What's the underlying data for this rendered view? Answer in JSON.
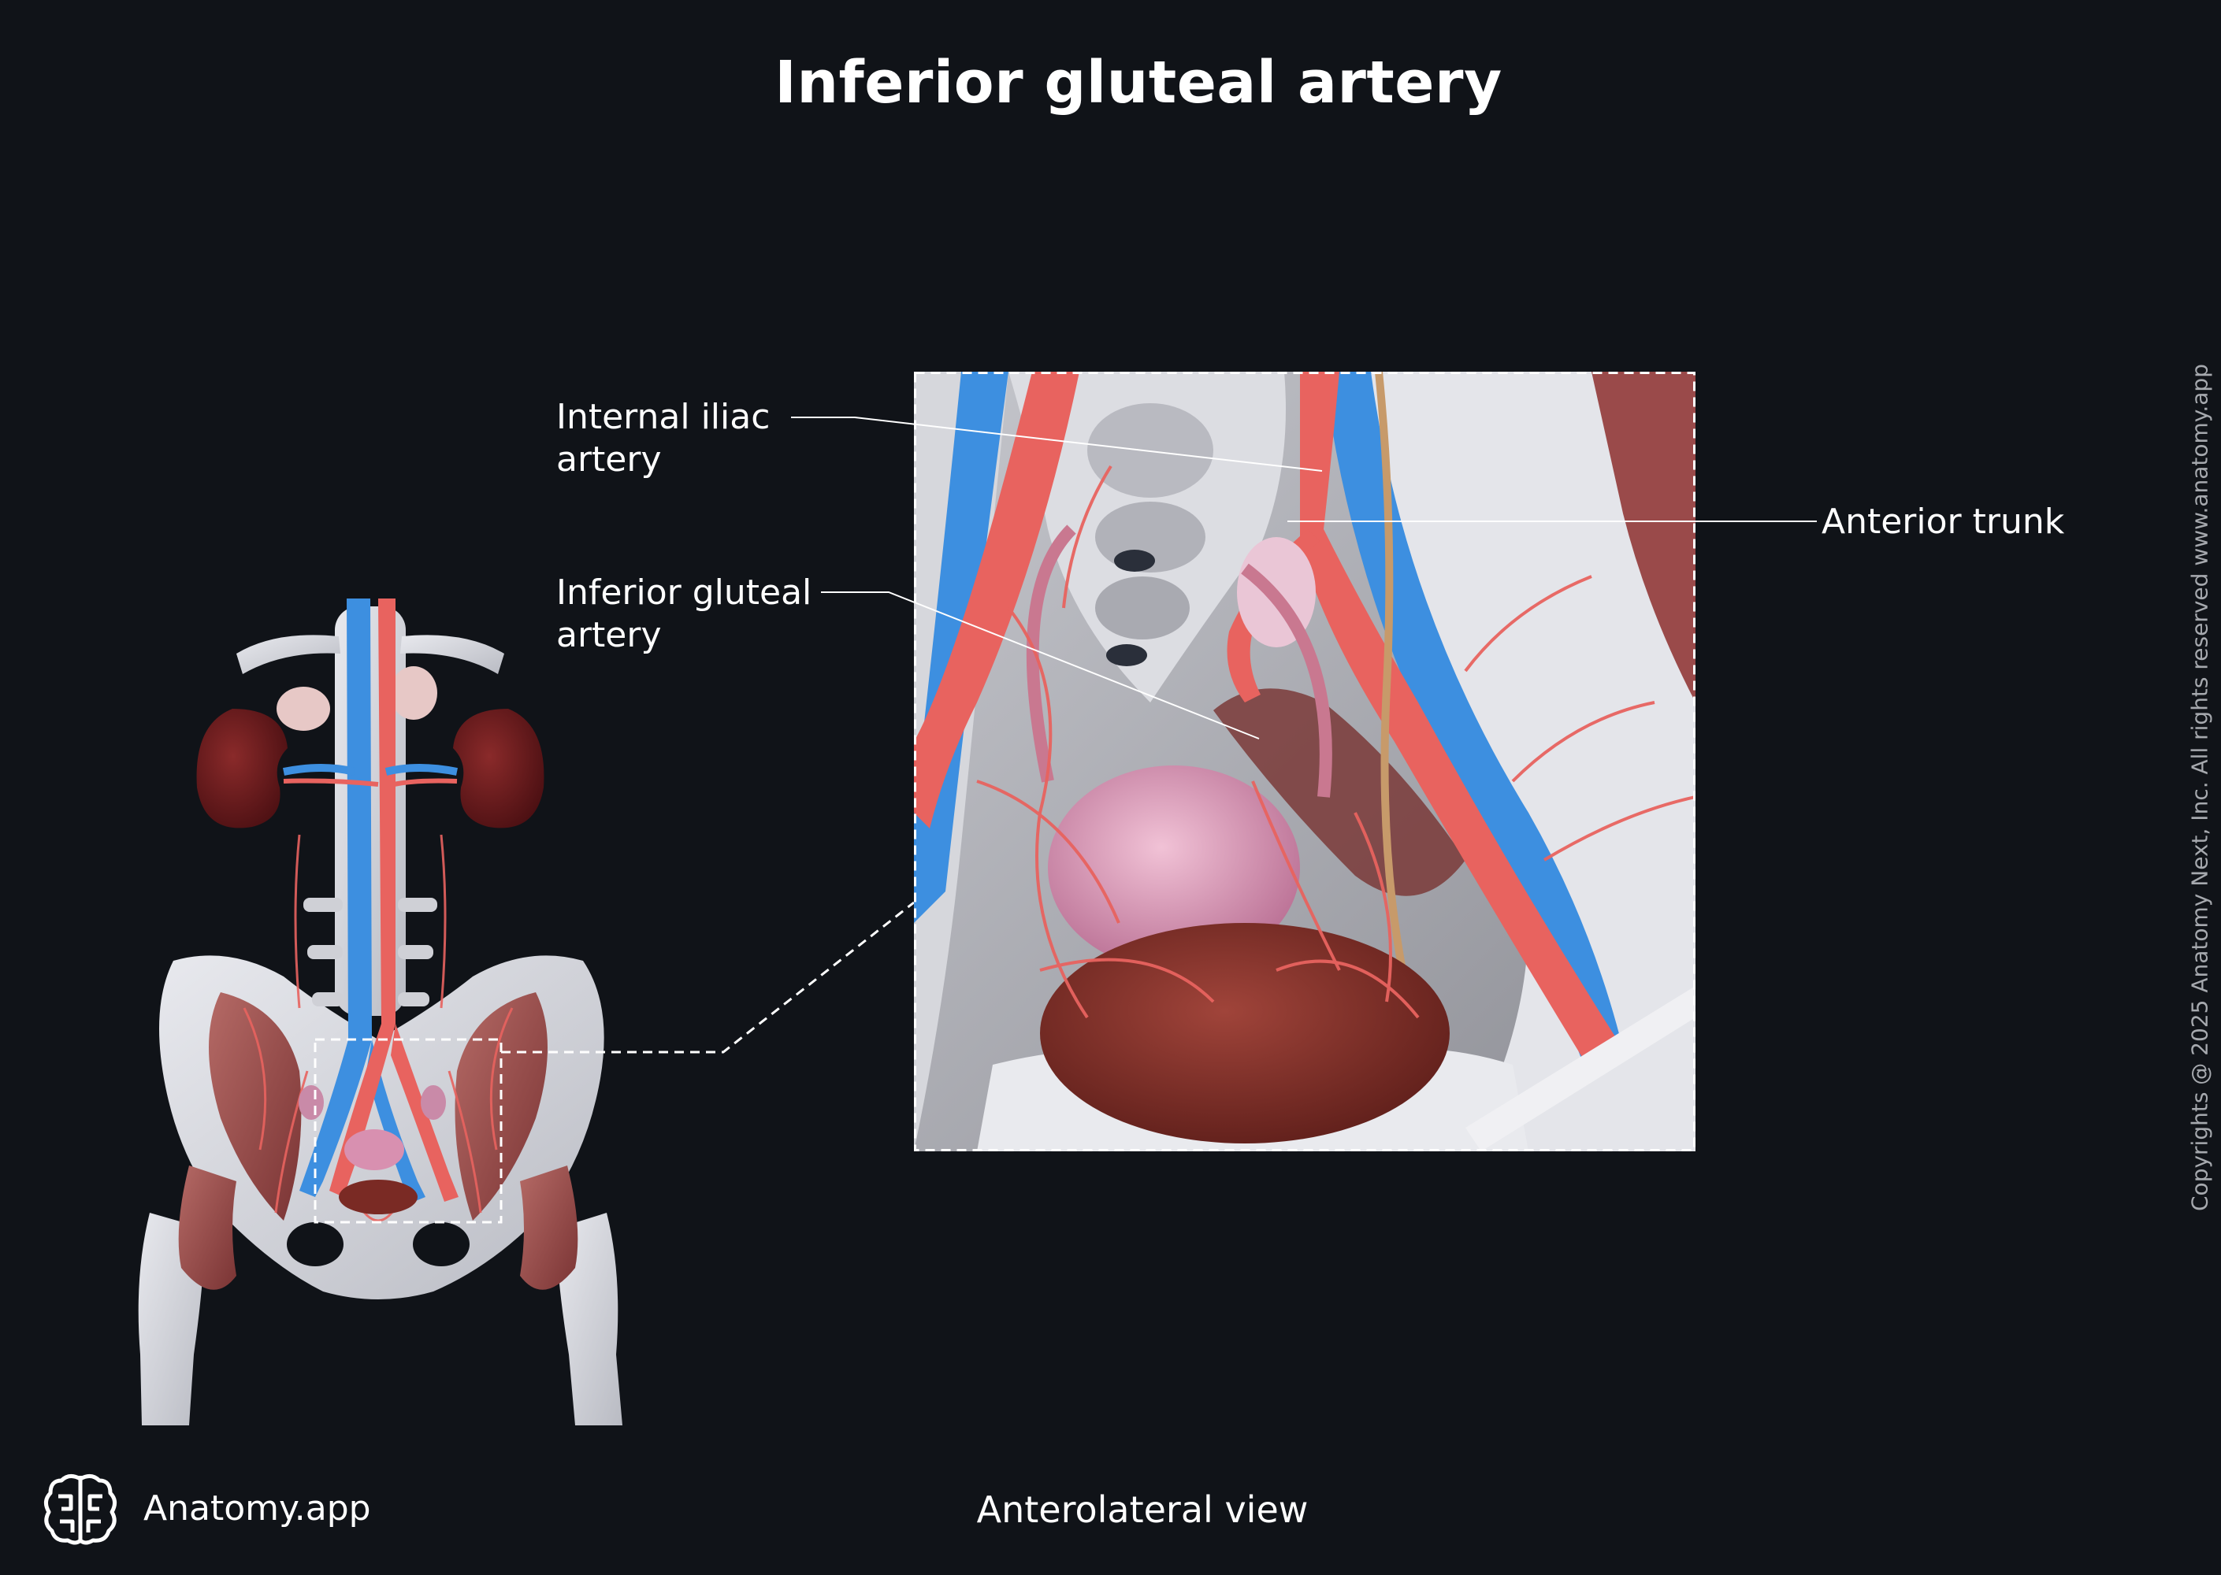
{
  "title": "Inferior gluteal artery",
  "labels": {
    "internal_iliac": [
      "Internal iliac",
      "artery"
    ],
    "inferior_gluteal": [
      "Inferior gluteal",
      "artery"
    ],
    "anterior_trunk": "Anterior trunk"
  },
  "view_caption": "Anterolateral view",
  "brand_name": "Anatomy.app",
  "copyright": "Copyrights @ 2025 Anatomy Next, Inc. All rights reserved www.anatomy.app",
  "colors": {
    "background": "#101318",
    "artery": "#e8635f",
    "vein": "#3d8fe0",
    "bone": "#d9dadf",
    "muscle": "#9a4a4a",
    "kidney": "#6b1a1a",
    "bladder": "#d890b0"
  },
  "icons": [
    "brain-logo-icon"
  ]
}
